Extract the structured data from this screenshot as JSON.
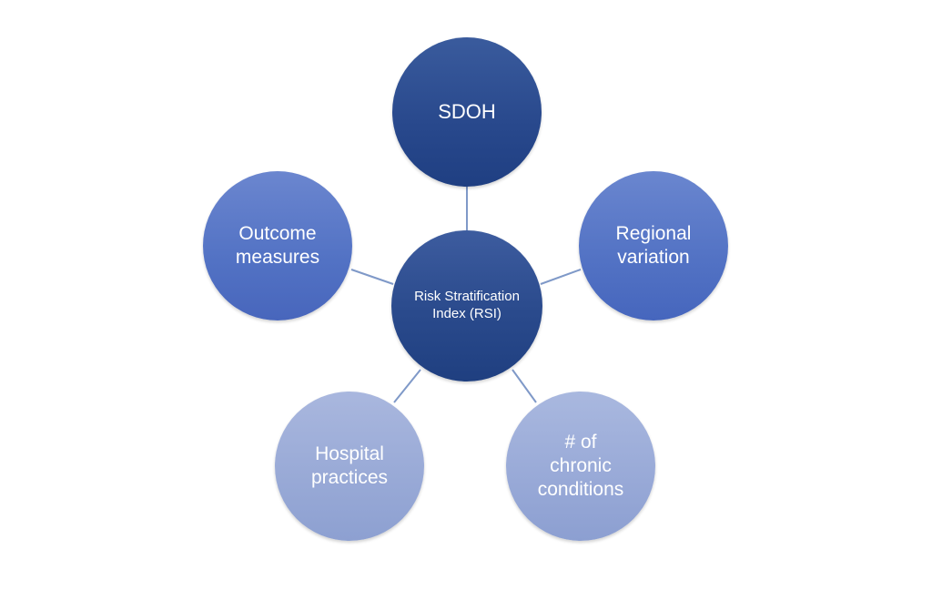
{
  "diagram": {
    "center": {
      "label": "Risk Stratification Index (RSI)"
    },
    "nodes": {
      "sdoh": {
        "label": "SDOH"
      },
      "outcome_measures": {
        "label": "Outcome measures"
      },
      "regional_variation": {
        "label": "Regional variation"
      },
      "hospital_practices": {
        "label": "Hospital practices"
      },
      "chronic_conditions": {
        "label": "# of chronic conditions"
      }
    },
    "colors": {
      "dark_blue": "#28488c",
      "medium_blue": "#5272c4",
      "light_blue": "#98a9d6",
      "connector": "#7f99c8"
    }
  }
}
